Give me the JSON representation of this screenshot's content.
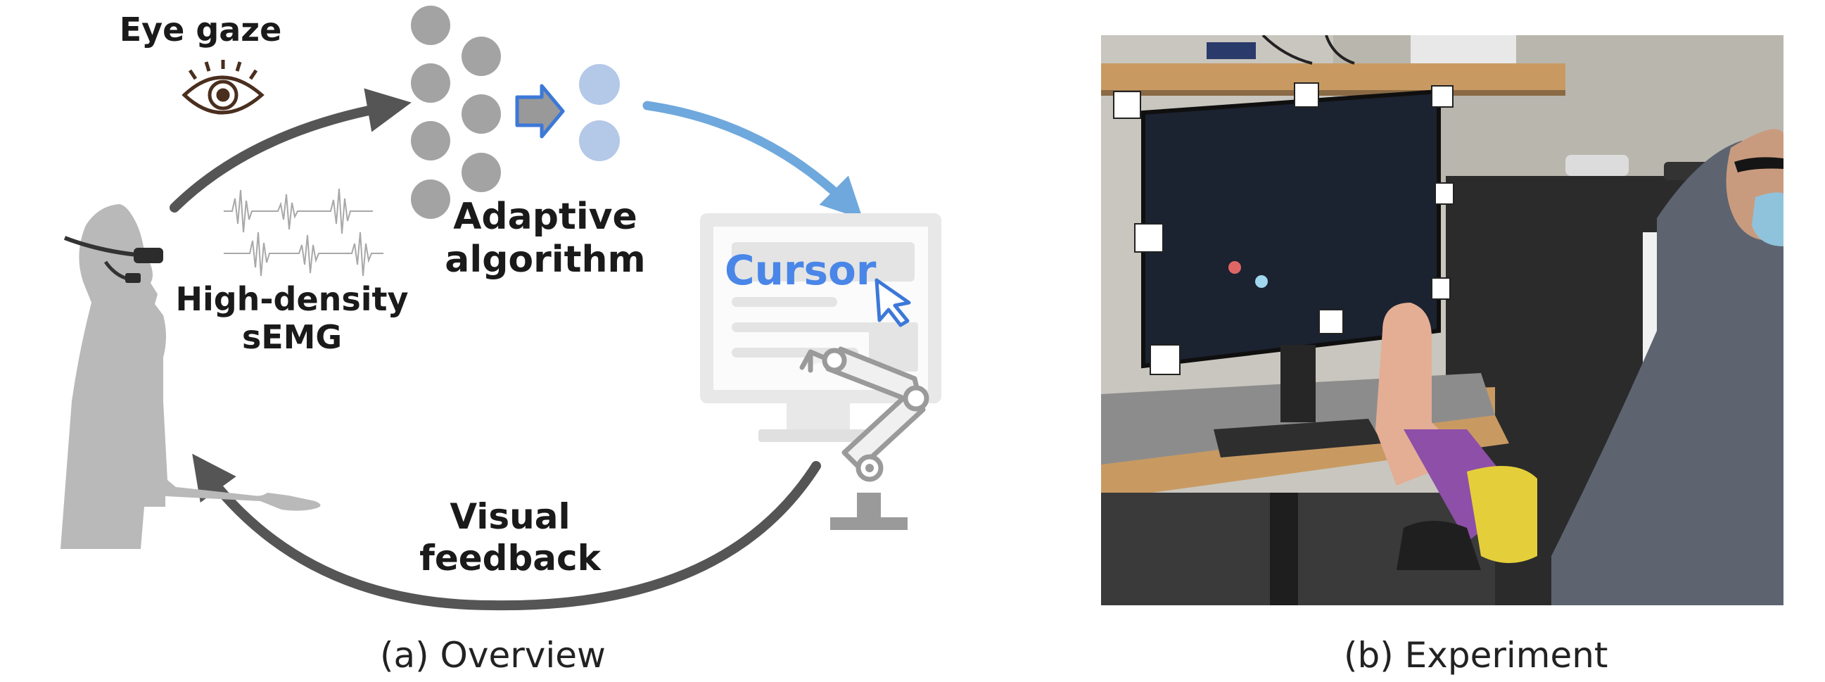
{
  "overview": {
    "eye_gaze_label": "Eye gaze",
    "semg_label_line1": "High-density",
    "semg_label_line2": "sEMG",
    "algorithm_label_line1": "Adaptive",
    "algorithm_label_line2": "algorithm",
    "cursor_label": "Cursor",
    "feedback_label_line1": "Visual",
    "feedback_label_line2": "feedback",
    "caption": "(a) Overview",
    "colors": {
      "dark_arrow": "#555555",
      "blue_arrow": "#6fa8dc",
      "cursor_text": "#4a86e8",
      "figure_gray": "#b9b9b9",
      "node_gray": "#a3a3a3",
      "node_blue": "#b4c8e8",
      "eye_brown": "#4a2e1e"
    }
  },
  "experiment": {
    "caption": "(b) Experiment"
  }
}
